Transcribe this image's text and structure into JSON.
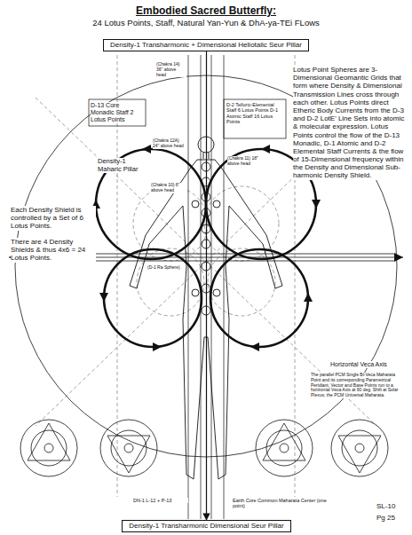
{
  "diagram": {
    "title": "Embodied Sacred Butterfly:",
    "nodes": [
      {
        "text": [
          "Density-1 Transharmonic + Dimensional Heliotalic Seur Pillar"
        ]
      },
      {
        "text": [
          "Density-1 Transharmonic Dimensional Seur Pillar"
        ]
      }
    ],
    "edges": [
      {
        "from": 0,
        "to": 1,
        "arrow": "to"
      }
    ],
    "labels": [
      "24 Lotus Points, Staff, Natural Yan-Yun & DhA-ya-TEi FLows",
      "Lotus Point Spheres are 3-Dimensional Geomantic Grids that form where Density & Dimensional Transmission Lines cross through each other. Lotus Points direct Etheric Body Currents from the D-3 and D-2 LotE' Line Sets into atomic & molecular expression. Lotus Points control the flow of the D-13 Monadic, D-1 Atomic and D-2 Elemental Staff Currents & the flow of 15-Dimensional frequency within the Density and Dimensional Sub-harmonic Density Shield.",
      "(Chakra 14) 36\" above head",
      "D-13 Core Monadic Staff 2 Lotus Points",
      "D-2 Telluric-Elemental Staff 6 Lotus Points D-1 Atomic Staff 16 Lotus Points",
      "(Chakra 12A) 24\" above head",
      "Density-1 Maharic Pillar",
      "(Chakra 11) 18\" above head",
      "(Chakra 10) 6\" above head",
      "Each Density Shield is controlled by a Set of 6 Lotus Points.",
      "There are 4 Density Shields & thus 4x6 = 24 Lotus Points.",
      "(D-1 Ra Sphere)",
      "Horizontal Veca Axis",
      "The parallel PCM Single Bi-Veca Maharata Point and its corresponding Parametrical Peridiant, Vector and Base Points run to a horizontal Veca Axis at 90 deg. Shift at Solar Plexus; the PCM Universal Maharata.",
      "DN-1 L-12 + P-13",
      "Earth Core Common Maharata Center (one point)",
      "SL-10",
      "Pg 25"
    ]
  }
}
